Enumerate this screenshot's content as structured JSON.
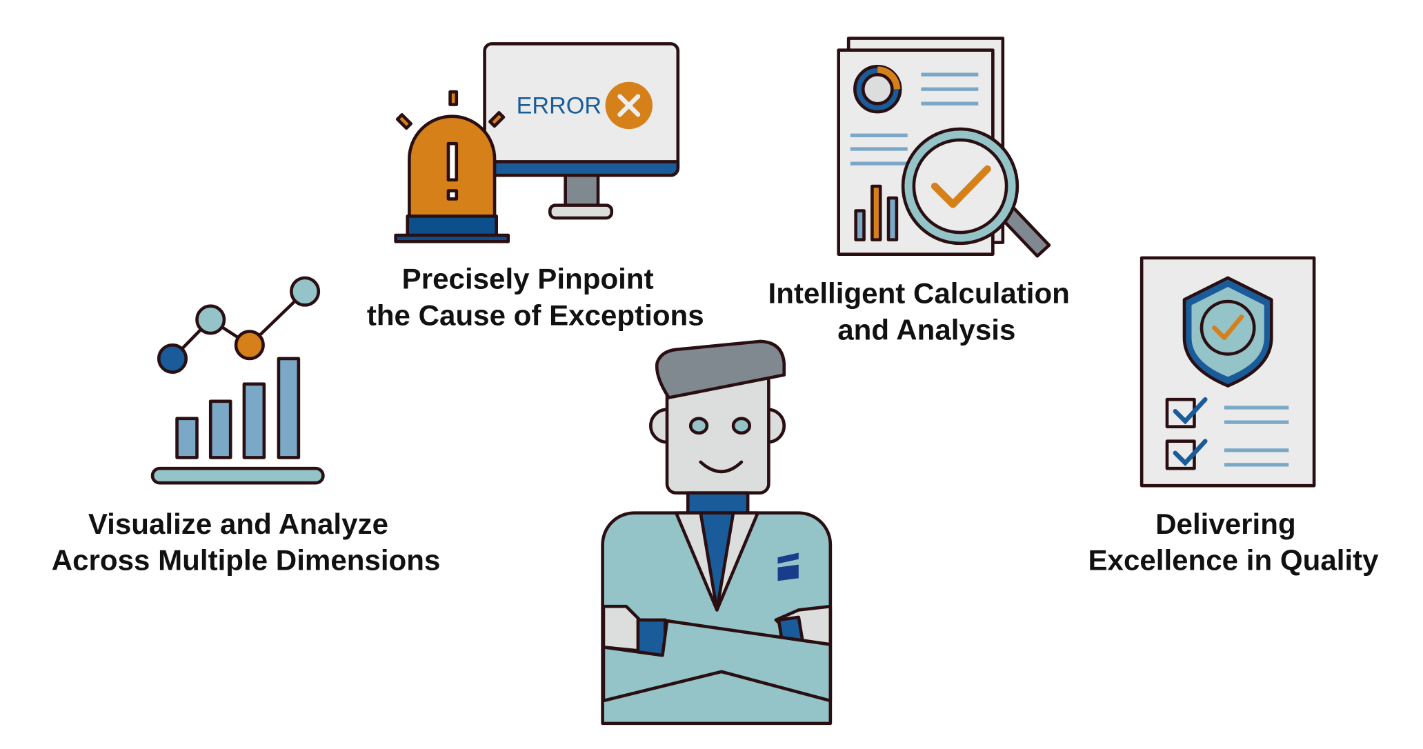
{
  "features": [
    {
      "id": "visualize",
      "lines": [
        "Visualize and Analyze",
        "Across Multiple Dimensions"
      ],
      "icon": "chart-icon"
    },
    {
      "id": "pinpoint",
      "lines": [
        "Precisely Pinpoint",
        "the Cause of Exceptions"
      ],
      "icon": "alarm-monitor-icon",
      "screen_text": "ERROR"
    },
    {
      "id": "calculation",
      "lines": [
        "Intelligent Calculation",
        "and Analysis"
      ],
      "icon": "report-magnifier-icon"
    },
    {
      "id": "quality",
      "lines": [
        "Delivering",
        "Excellence in Quality"
      ],
      "icon": "shield-checklist-icon"
    }
  ],
  "colors": {
    "orange": "#d6801a",
    "blue": "#1a5c9a",
    "teal": "#94c3c8",
    "light_blue": "#7aa8c6",
    "gray": "#808890",
    "light_gray": "#dcdedd",
    "outline": "#2a0f12"
  }
}
